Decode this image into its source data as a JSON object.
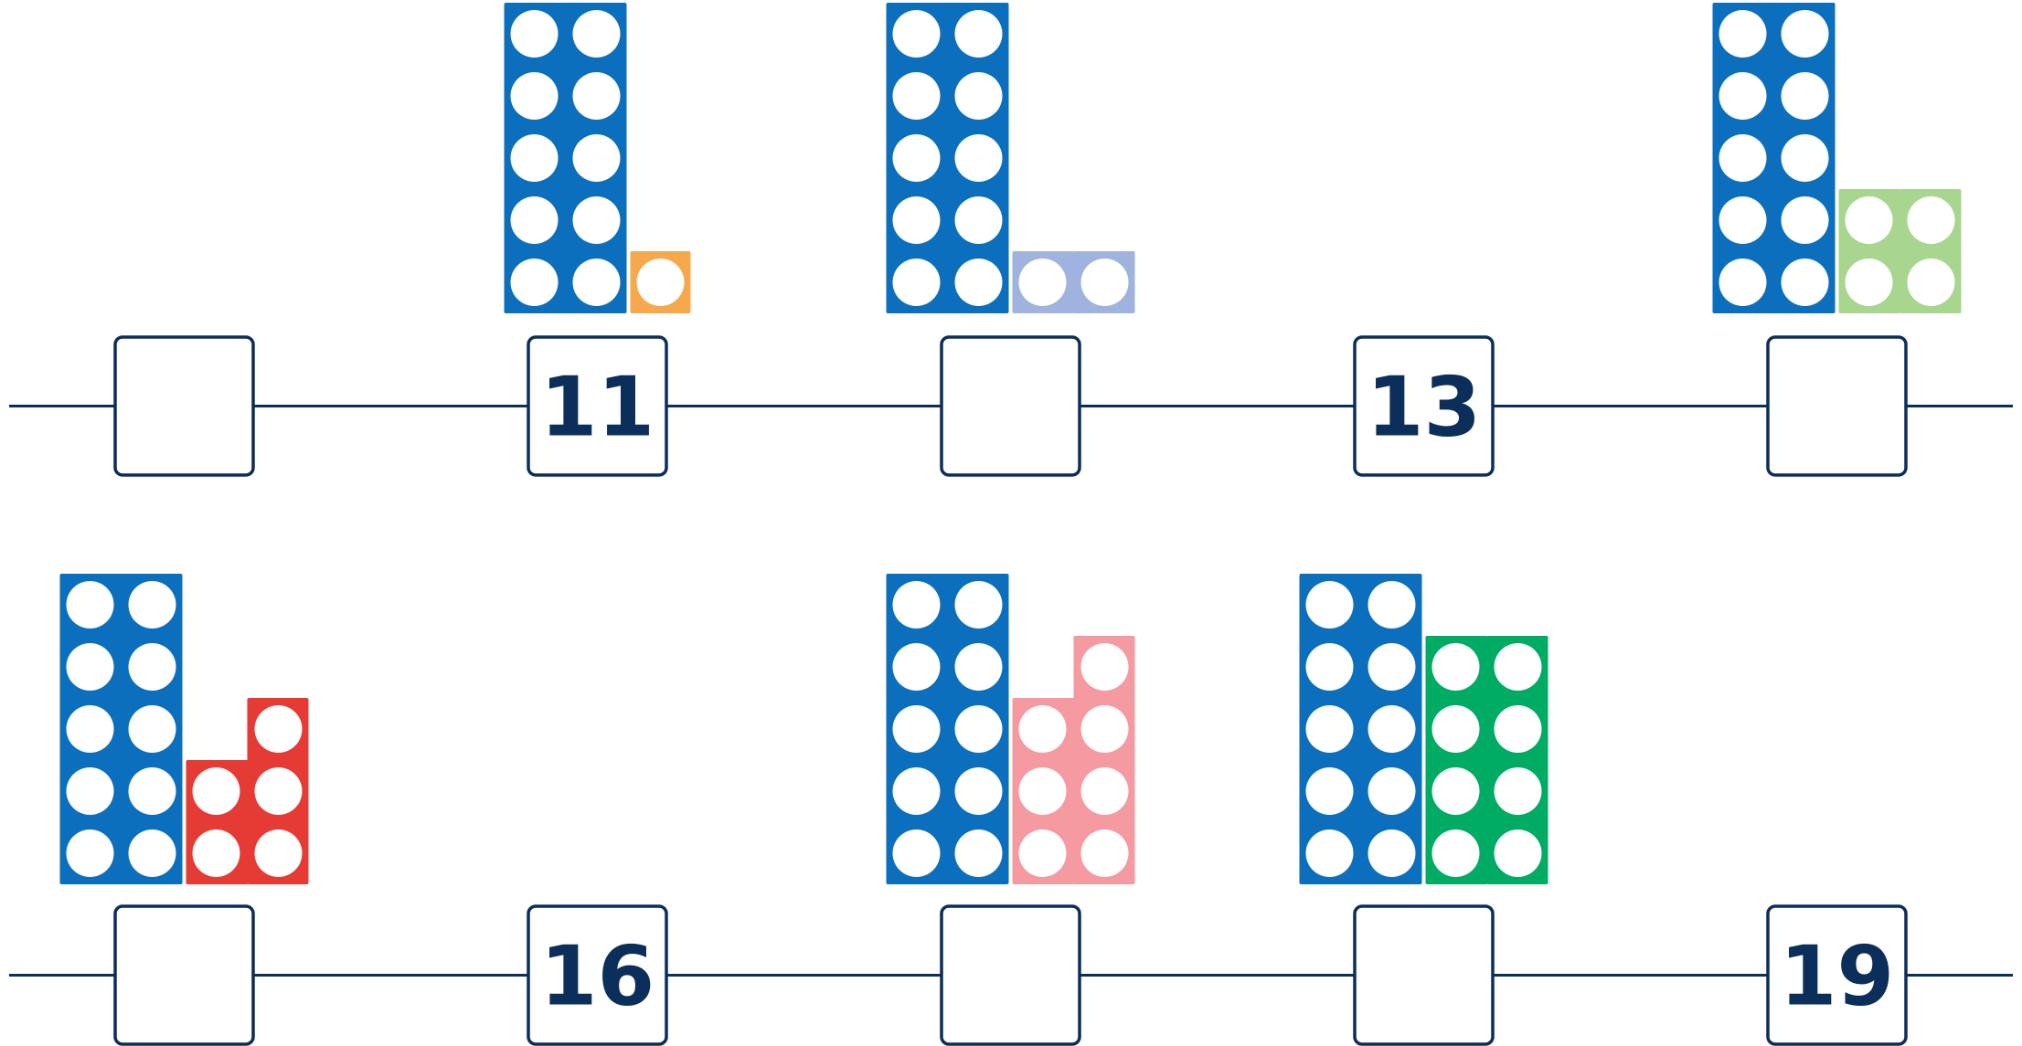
{
  "colors": {
    "line": "#0b2e5b",
    "ten_block": "#0b6fbd",
    "dot": "#ffffff"
  },
  "rows": [
    {
      "boxes": [
        {
          "label": ""
        },
        {
          "label": "11"
        },
        {
          "label": ""
        },
        {
          "label": "13"
        },
        {
          "label": ""
        }
      ],
      "blocks": [
        {
          "box": 1,
          "tens": 1,
          "ones": 1,
          "ones_color": "#f5a84c"
        },
        {
          "box": 2,
          "tens": 1,
          "ones": 2,
          "ones_color": "#9fb3de"
        },
        {
          "box": 4,
          "tens": 1,
          "ones": 4,
          "ones_color": "#a9d68f"
        }
      ]
    },
    {
      "boxes": [
        {
          "label": ""
        },
        {
          "label": "16"
        },
        {
          "label": ""
        },
        {
          "label": ""
        },
        {
          "label": "19"
        }
      ],
      "blocks": [
        {
          "box": 0,
          "tens": 1,
          "ones": 5,
          "ones_color": "#e63a34"
        },
        {
          "box": 2,
          "tens": 1,
          "ones": 7,
          "ones_color": "#f49aa0"
        },
        {
          "box": 3,
          "tens": 1,
          "ones": 8,
          "ones_color": "#00ab63"
        }
      ]
    }
  ]
}
